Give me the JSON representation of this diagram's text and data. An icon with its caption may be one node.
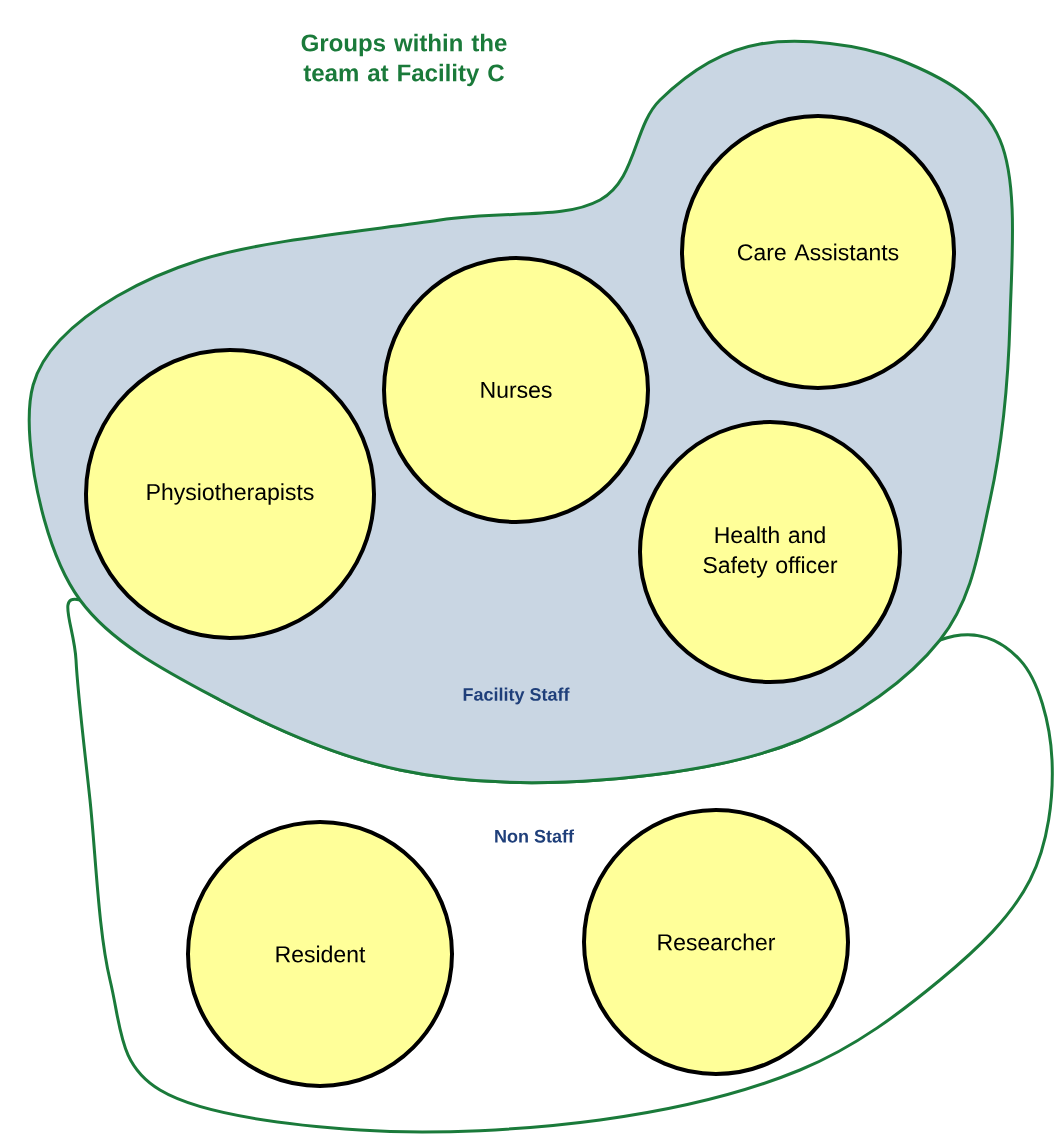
{
  "diagram": {
    "title": "Groups within the team at Facility C",
    "nodes": [
      {
        "text": [
          "Facility Staff"
        ]
      },
      {
        "text": [
          "Care Assistants"
        ],
        "in": 0
      },
      {
        "text": [
          "Nurses"
        ],
        "in": 0
      },
      {
        "text": [
          "Physiotherapists"
        ],
        "in": 0
      },
      {
        "text": [
          "Health and Safety officer"
        ],
        "in": 0
      },
      {
        "text": [
          "Non Staff"
        ]
      },
      {
        "text": [
          "Resident"
        ],
        "in": 5
      },
      {
        "text": [
          "Researcher"
        ],
        "in": 5
      }
    ]
  }
}
